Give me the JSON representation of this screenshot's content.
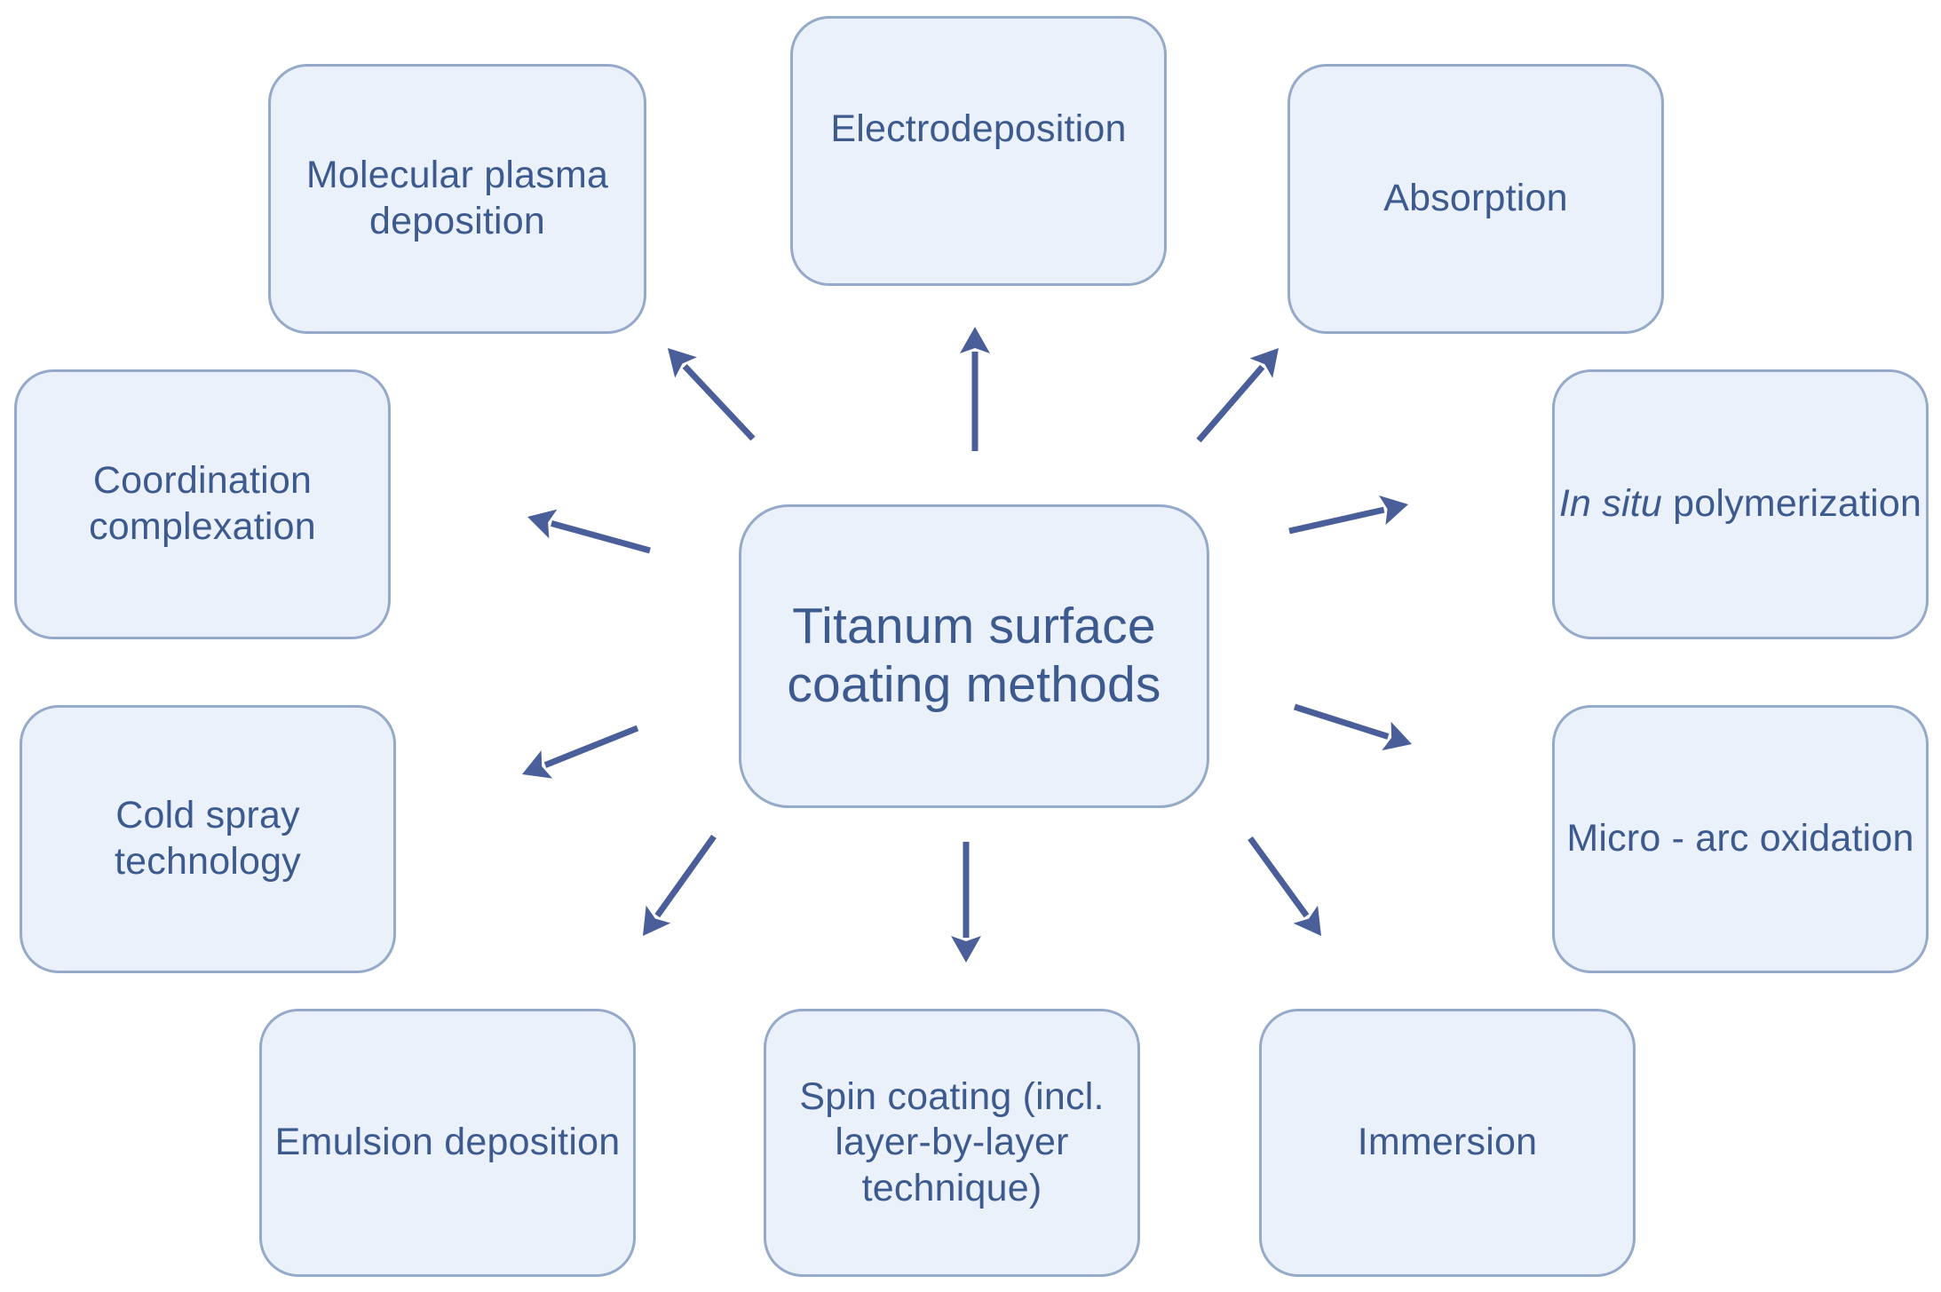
{
  "diagram": {
    "center": {
      "title_line1": "Titanum surface",
      "title_line2": "coating methods"
    },
    "methods": {
      "molecular_plasma": [
        "Molecular plasma",
        "deposition"
      ],
      "electrodeposition": "Electrodeposition",
      "absorption": "Absorption",
      "coordination": [
        "Coordination",
        "complexation"
      ],
      "in_situ": {
        "italic": "In situ",
        "rest": " polymerization"
      },
      "cold_spray": [
        "Cold spray",
        "technology"
      ],
      "micro_arc": "Micro - arc oxidation",
      "emulsion": "Emulsion deposition",
      "spin_coating": [
        "Spin coating (incl.",
        "layer-by-layer",
        "technique)"
      ],
      "immersion": "Immersion"
    },
    "colors": {
      "box_fill": "#ebf1fa",
      "box_border": "#95a9c9",
      "text": "#3d5a8f",
      "arrow": "#4a5f99"
    }
  }
}
